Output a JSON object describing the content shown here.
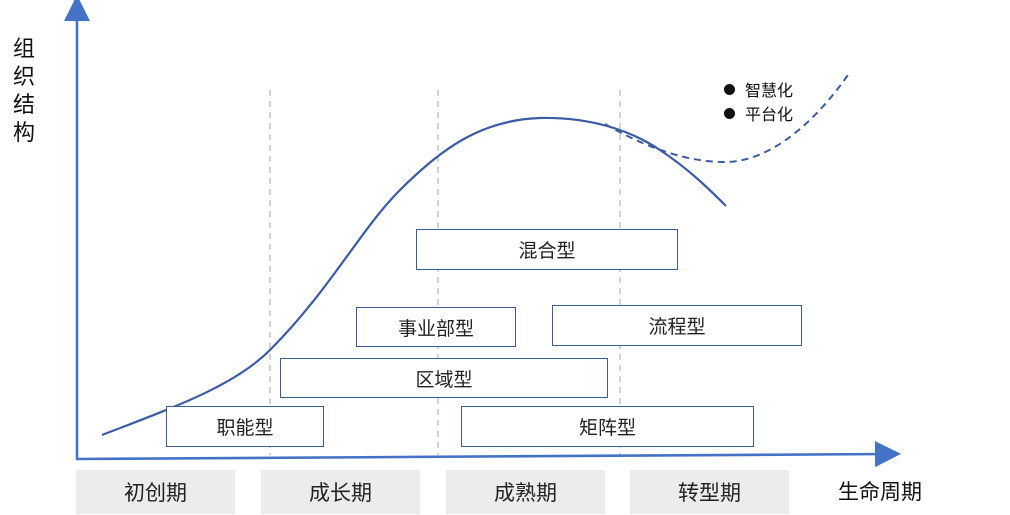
{
  "y_axis_label": [
    "组",
    "织",
    "结",
    "构"
  ],
  "x_axis_label": "生命周期",
  "stages": [
    "初创期",
    "成长期",
    "成熟期",
    "转型期"
  ],
  "structures": {
    "functional": "职能型",
    "regional": "区域型",
    "divisional": "事业部型",
    "hybrid": "混合型",
    "process": "流程型",
    "matrix": "矩阵型"
  },
  "future_trends": [
    "智慧化",
    "平台化"
  ],
  "colors": {
    "curve": "#3b5ba7",
    "box_border": "#3d5a99",
    "axis": "#4472c4",
    "stage_bg": "#ececec"
  }
}
